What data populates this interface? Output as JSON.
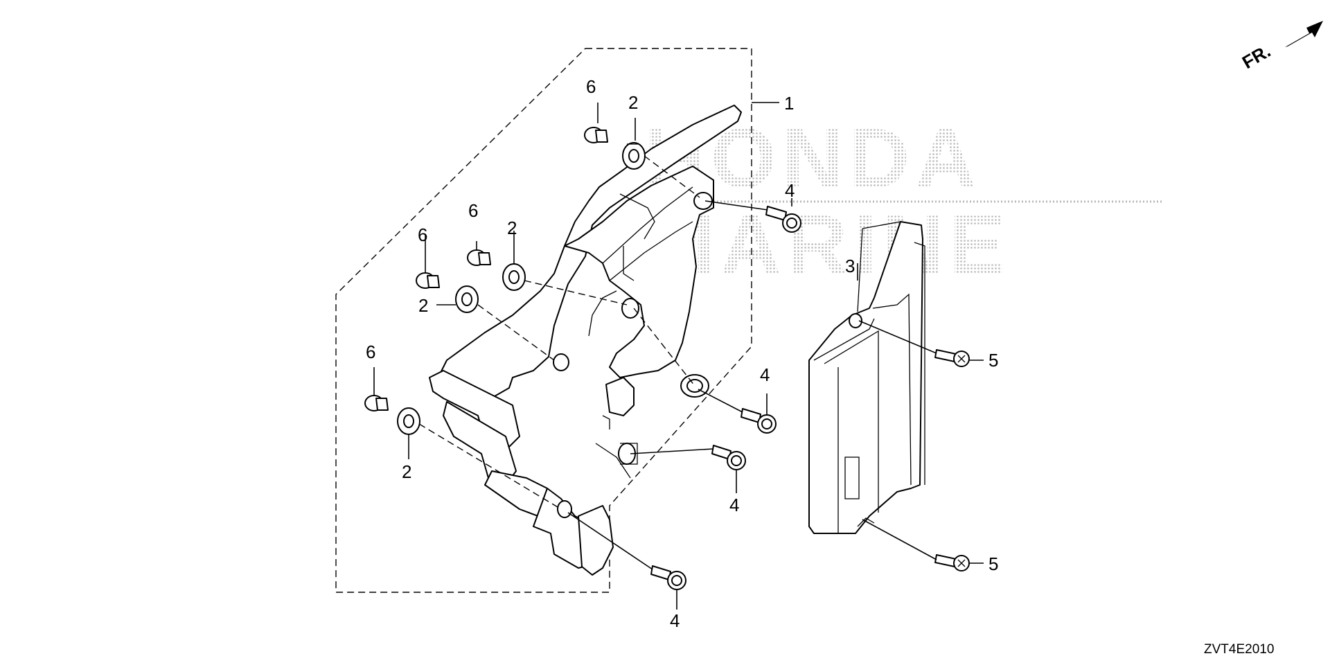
{
  "watermark": {
    "line1": "HONDA",
    "line2": "MARINE"
  },
  "orientation": {
    "label": "FR."
  },
  "diagram_code": "ZVT4E2010",
  "callouts": [
    {
      "id": "c1",
      "number": "1"
    },
    {
      "id": "c2a",
      "number": "2"
    },
    {
      "id": "c2b",
      "number": "2"
    },
    {
      "id": "c2c",
      "number": "2"
    },
    {
      "id": "c2d",
      "number": "2"
    },
    {
      "id": "c3",
      "number": "3"
    },
    {
      "id": "c4a",
      "number": "4"
    },
    {
      "id": "c4b",
      "number": "4"
    },
    {
      "id": "c4c",
      "number": "4"
    },
    {
      "id": "c4d",
      "number": "4"
    },
    {
      "id": "c5a",
      "number": "5"
    },
    {
      "id": "c5b",
      "number": "5"
    },
    {
      "id": "c6a",
      "number": "6"
    },
    {
      "id": "c6b",
      "number": "6"
    },
    {
      "id": "c6c",
      "number": "6"
    },
    {
      "id": "c6d",
      "number": "6"
    }
  ],
  "colors": {
    "line": "#000000",
    "watermark": "#b8b8b8",
    "background": "#ffffff"
  }
}
